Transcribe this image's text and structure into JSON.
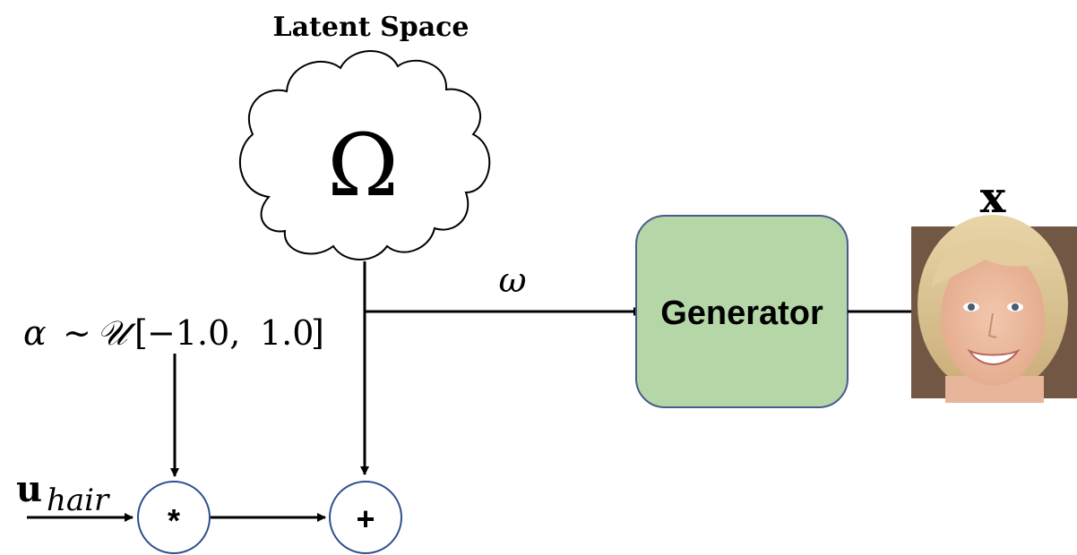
{
  "latent_space_label": "Latent Space",
  "omega_symbol": "Ω",
  "small_omega": "ω",
  "alpha_formula": {
    "alpha": "α",
    "tilde": "∼",
    "dist": "𝒰",
    "open_bracket": "[",
    "low": "−1.0,",
    "high": "1.0",
    "close_bracket": "]"
  },
  "u_hair": {
    "u": "u",
    "subscript": "hair"
  },
  "multiply_symbol": "*",
  "add_symbol": "+",
  "generator_label": "Generator",
  "output_label": "x",
  "output_image_desc": "generated face",
  "colors": {
    "generator_fill": "#b5d7a8",
    "generator_stroke": "#4a5a8c",
    "circle_stroke": "#2f4f8f",
    "line": "#000000"
  }
}
